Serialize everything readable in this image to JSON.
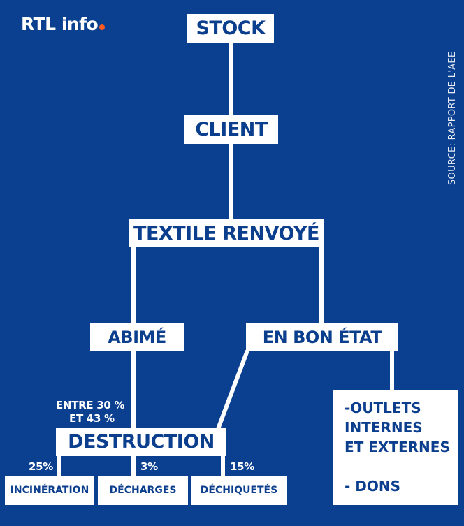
{
  "brand": {
    "name": "RTL info",
    "accent": "#ff5a1f"
  },
  "source": "SOURCE: RAPPORT DE L'AEE",
  "colors": {
    "background": "#0b4090",
    "box": "#ffffff",
    "box_text": "#0b3f8e"
  },
  "nodes": {
    "stock": "STOCK",
    "client": "CLIENT",
    "textile_renvoye": "TEXTILE RENVOYÉ",
    "abime": "ABIMÉ",
    "en_bon_etat": "EN BON ÉTAT",
    "destruction": "DESTRUCTION",
    "incineration": "INCINÉRATION",
    "decharges": "DÉCHARGES",
    "dechiquetes": "DÉCHIQUETÉS",
    "outlets": {
      "line1": "-OUTLETS",
      "line2": "INTERNES",
      "line3": "ET EXTERNES",
      "line4": "- DONS"
    }
  },
  "labels": {
    "destruction_share_line1": "ENTRE 30 %",
    "destruction_share_line2": "ET 43 %",
    "incineration_pct": "25%",
    "decharges_pct": "3%",
    "dechiquetes_pct": "15%"
  }
}
